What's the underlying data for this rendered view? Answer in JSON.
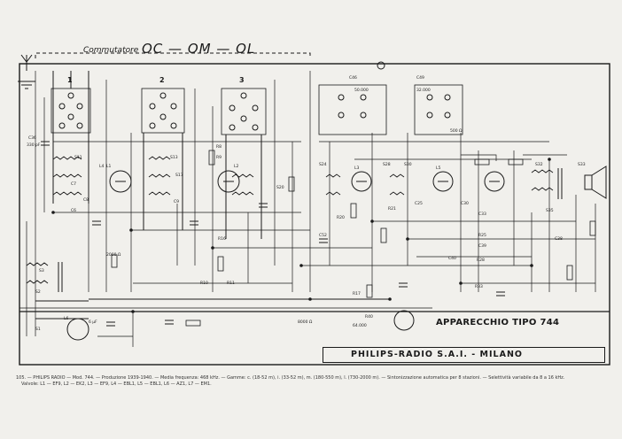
{
  "header": {
    "commutator_label": "Commutatore",
    "bands": "OC — OM — OL"
  },
  "switch_sections": [
    "1",
    "2",
    "3"
  ],
  "title_box": {
    "apparatus": "APPARECCHIO TIPO 744",
    "maker": "PHILIPS-RADIO S.A.I. - MILANO"
  },
  "footer": {
    "line1": "105. — PHILIPS RADIO — Mod. 744. — Produzione 1939-1940. — Media frequenza: 468 kHz. — Gamme: c. (18-52 m), i. (33-52 m), m. (180-550 m), l. (730-2000 m). — Sintonizzazione automatica per 8 stazioni. — Selettività variabile da 8 a 16 kHz.",
    "line2": "Valvole: L1 — EF9, L2 — EK2, L3 — EF9, L4 — EBL1, L5 — EBL1, L6 — AZ1, L7 — EM1."
  },
  "labels": {
    "c36": "C36",
    "c36v": "330 pF",
    "c35": "C35",
    "c34": "C34",
    "l4": "L4",
    "s11": "S11",
    "s13": "S13",
    "s17": "S17",
    "s20": "S20",
    "r8": "R8",
    "r9": "R9",
    "r10": "R10",
    "r11": "R11",
    "c6": "C6",
    "c7": "C7",
    "c8": "C8",
    "c9": "C9",
    "l2": "L2",
    "l3": "L3",
    "l5": "L5",
    "l6": "L6",
    "c46": "C46",
    "c49": "C49",
    "c52": "C52",
    "s24": "S24",
    "s28": "S28",
    "s30": "S30",
    "s32": "S32",
    "s33": "S33",
    "s35": "S35",
    "r20": "R20",
    "r21": "R21",
    "r25": "R25",
    "r28": "R28",
    "r33": "R33",
    "c25": "C25",
    "c30": "C30",
    "c33": "C33",
    "c38": "C38",
    "c39": "C39",
    "c40": "C40",
    "r40": "R40",
    "r16": "R16",
    "r17": "R17",
    "l1": "L1",
    "s1": "S1",
    "s2": "S2",
    "s3": "S3",
    "v50000": "50.000",
    "v32000": "32.000",
    "v500": "500 Ω",
    "v2000": "2000 Ω",
    "v64000": "64.000",
    "v8000": "8000 Ω",
    "v6": "6 μF"
  }
}
